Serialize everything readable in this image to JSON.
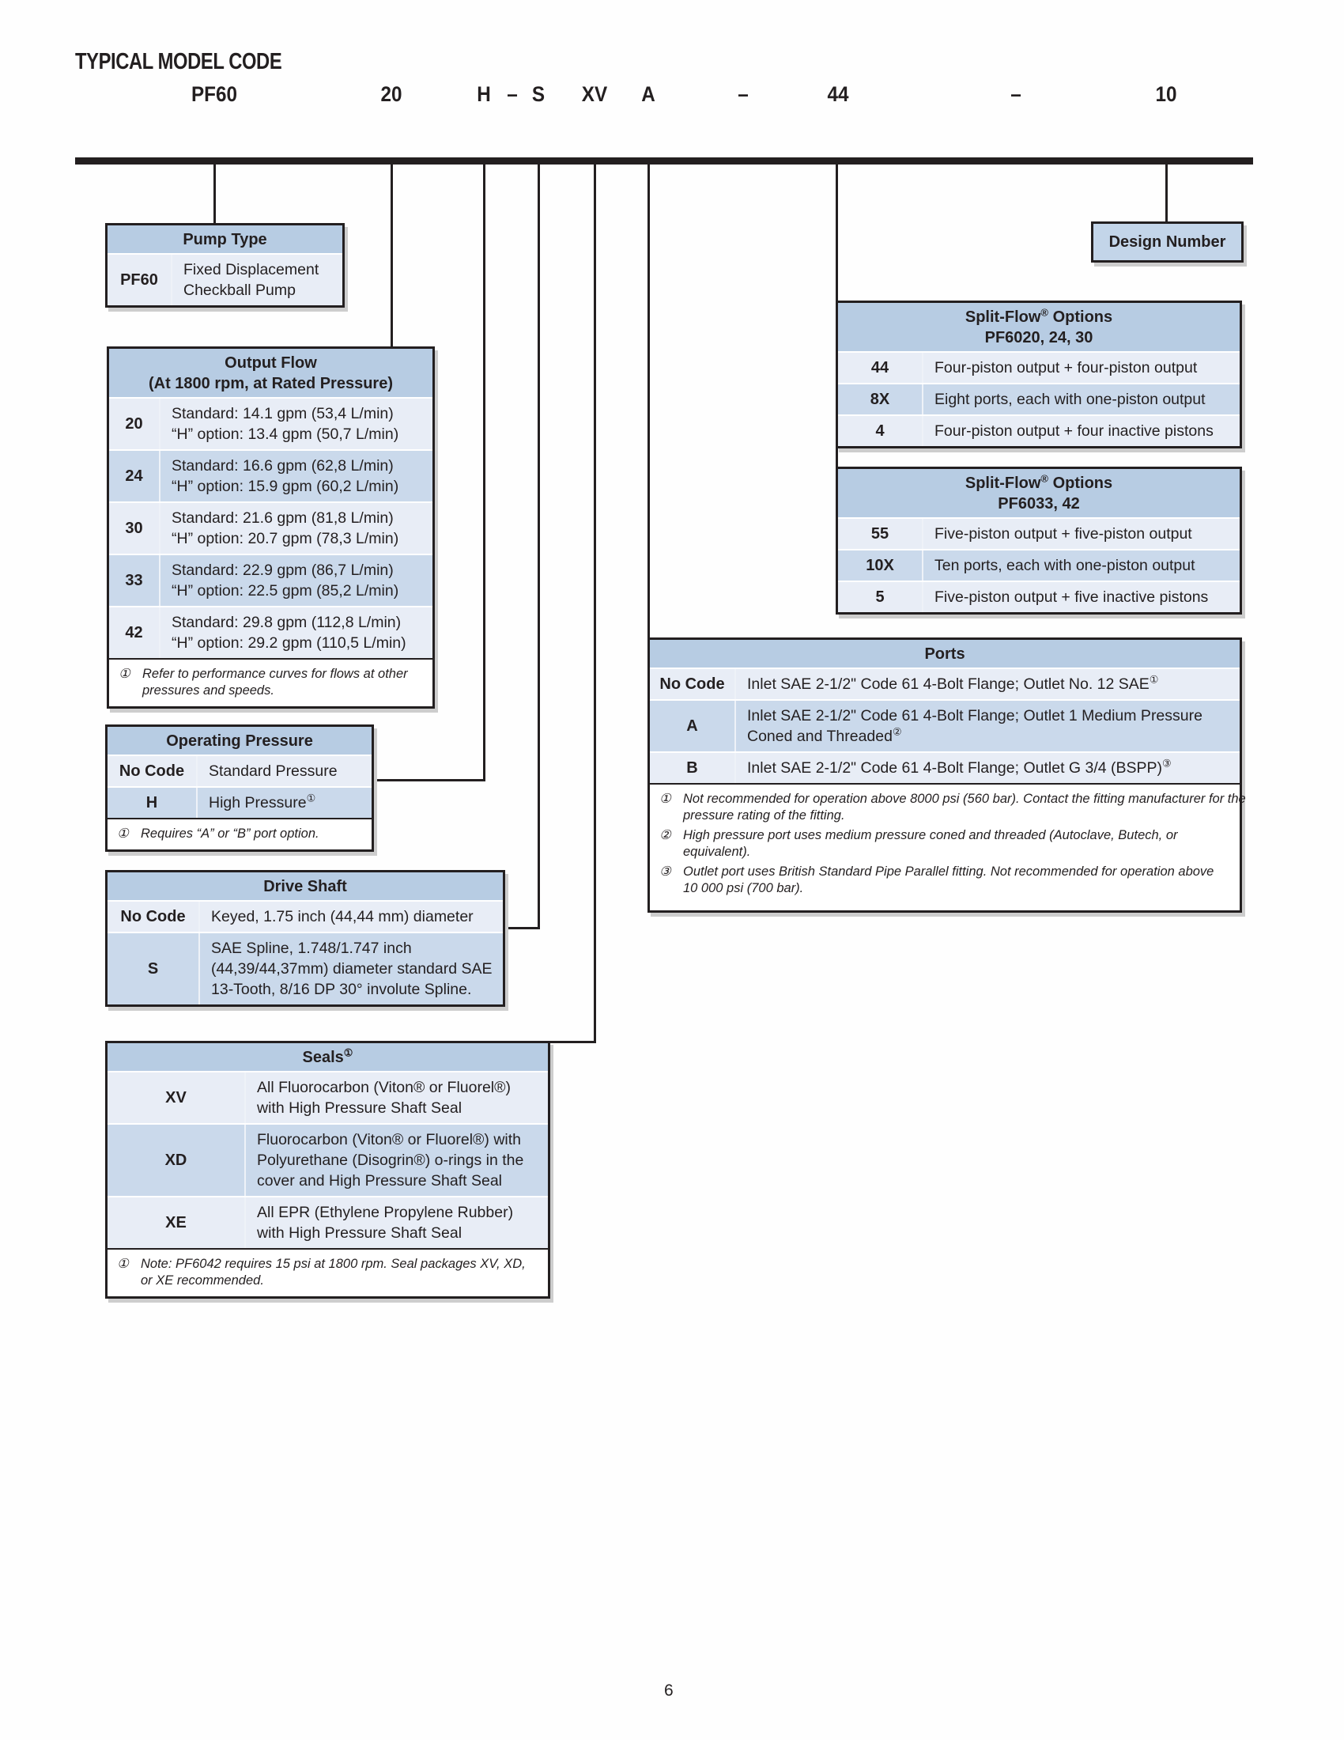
{
  "page": {
    "title": "TYPICAL MODEL CODE",
    "page_number": "6"
  },
  "model_code": {
    "segments": [
      "PF60",
      "20",
      "H",
      "–",
      "S",
      "XV",
      "A",
      "–",
      "44",
      "–",
      "10"
    ]
  },
  "colors": {
    "header_band": "#b7cce3",
    "row_light": "#e8edf6",
    "row_medium": "#cad9eb",
    "border": "#231f20"
  },
  "tables": {
    "pump_type": {
      "title": "Pump Type",
      "rows": [
        {
          "code": "PF60",
          "lines": [
            "Fixed Displacement",
            "Checkball Pump"
          ]
        }
      ]
    },
    "design_number": {
      "title": "Design Number"
    },
    "output_flow": {
      "title_lines": [
        "Output Flow",
        "(At 1800 rpm, at Rated Pressure)"
      ],
      "rows": [
        {
          "code": "20",
          "lines": [
            "Standard: 14.1 gpm (53,4 L/min)",
            "“H” option: 13.4 gpm (50,7 L/min)"
          ]
        },
        {
          "code": "24",
          "lines": [
            "Standard: 16.6 gpm (62,8 L/min)",
            "“H” option: 15.9 gpm (60,2 L/min)"
          ]
        },
        {
          "code": "30",
          "lines": [
            "Standard: 21.6 gpm (81,8 L/min)",
            "“H” option: 20.7 gpm (78,3 L/min)"
          ]
        },
        {
          "code": "33",
          "lines": [
            "Standard: 22.9 gpm (86,7 L/min)",
            "“H” option: 22.5 gpm (85,2 L/min)"
          ]
        },
        {
          "code": "42",
          "lines": [
            "Standard: 29.8 gpm (112,8 L/min)",
            "“H” option: 29.2 gpm (110,5 L/min)"
          ]
        }
      ],
      "footnote": {
        "marker": "①",
        "lines": [
          "Refer to performance curves for flows at other",
          "pressures and speeds."
        ]
      }
    },
    "operating_pressure": {
      "title": "Operating Pressure",
      "rows": [
        {
          "code": "No Code",
          "text": "Standard Pressure",
          "sup": ""
        },
        {
          "code": "H",
          "text": "High Pressure",
          "sup": "①"
        }
      ],
      "footnote": {
        "marker": "①",
        "lines": [
          "Requires “A” or “B” port option."
        ]
      }
    },
    "drive_shaft": {
      "title": "Drive Shaft",
      "rows": [
        {
          "code": "No Code",
          "lines": [
            "Keyed, 1.75 inch (44,44 mm) diameter"
          ]
        },
        {
          "code": "S",
          "lines": [
            "SAE Spline, 1.748/1.747 inch",
            "(44,39/44,37mm) diameter standard SAE",
            "13-Tooth, 8/16 DP 30° involute Spline."
          ]
        }
      ]
    },
    "seals": {
      "title": "Seals",
      "title_sup": "①",
      "rows": [
        {
          "code": "XV",
          "lines": [
            "All Fluorocarbon (Viton® or Fluorel®)",
            "with High Pressure Shaft Seal"
          ]
        },
        {
          "code": "XD",
          "lines": [
            "Fluorocarbon (Viton® or Fluorel®) with",
            "Polyurethane (Disogrin®) o-rings in the",
            "cover and High Pressure Shaft Seal"
          ]
        },
        {
          "code": "XE",
          "lines": [
            "All EPR (Ethylene Propylene Rubber)",
            "with High Pressure Shaft Seal"
          ]
        }
      ],
      "footnote": {
        "marker": "①",
        "lines": [
          "Note: PF6042 requires 15 psi at 1800 rpm. Seal packages XV, XD,",
          "or XE recommended."
        ]
      }
    },
    "split_flow_1": {
      "title_pre": "Split-Flow",
      "title_sup": "®",
      "title_post": " Options",
      "subtitle": "PF6020, 24, 30",
      "rows": [
        {
          "code": "44",
          "text": "Four-piston output + four-piston output"
        },
        {
          "code": "8X",
          "text": "Eight ports, each with one-piston output"
        },
        {
          "code": "4",
          "text": "Four-piston output + four inactive pistons"
        }
      ]
    },
    "split_flow_2": {
      "title_pre": "Split-Flow",
      "title_sup": "®",
      "title_post": " Options",
      "subtitle": "PF6033, 42",
      "rows": [
        {
          "code": "55",
          "text": "Five-piston output + five-piston output"
        },
        {
          "code": "10X",
          "text": "Ten ports, each with one-piston output"
        },
        {
          "code": "5",
          "text": "Five-piston output + five inactive pistons"
        }
      ]
    },
    "ports": {
      "title": "Ports",
      "rows": [
        {
          "code": "No Code",
          "lines": [
            "Inlet SAE 2-1/2\" Code 61 4-Bolt Flange; Outlet No. 12 SAE"
          ],
          "sup": "①"
        },
        {
          "code": "A",
          "lines": [
            "Inlet SAE 2-1/2\" Code 61 4-Bolt Flange; Outlet 1 Medium Pressure",
            "Coned and Threaded"
          ],
          "sup": "②"
        },
        {
          "code": "B",
          "lines": [
            "Inlet SAE 2-1/2\" Code 61 4-Bolt Flange; Outlet G 3/4 (BSPP)"
          ],
          "sup": "③"
        }
      ],
      "footnotes": [
        {
          "marker": "①",
          "lines": [
            "Not recommended for operation above 8000 psi (560 bar). Contact the fitting manufacturer for the",
            "pressure rating of the fitting."
          ]
        },
        {
          "marker": "②",
          "lines": [
            "High pressure port uses medium pressure coned and threaded (Autoclave, Butech, or",
            "equivalent)."
          ]
        },
        {
          "marker": "③",
          "lines": [
            "Outlet port uses British Standard Pipe Parallel fitting. Not recommended for operation above",
            "10 000 psi (700 bar)."
          ]
        }
      ]
    }
  }
}
